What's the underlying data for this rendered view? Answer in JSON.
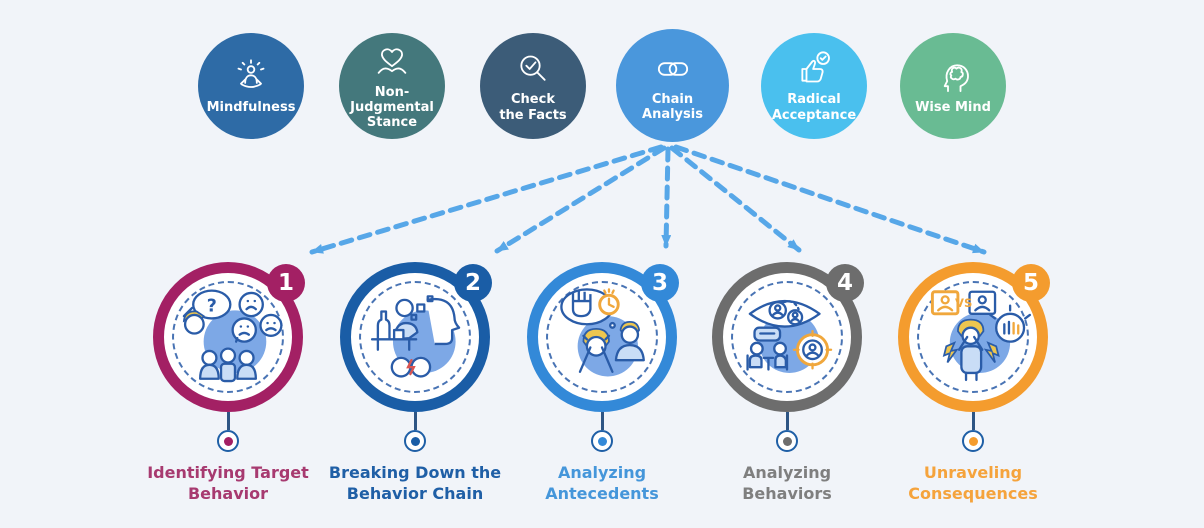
{
  "canvas": {
    "background": "#f1f4f9"
  },
  "top_skills": [
    {
      "label": "Mindfulness",
      "color": "#2e6ba6",
      "icon": "meditation-icon"
    },
    {
      "label": "Non-Judgmental Stance",
      "color": "#44787c",
      "icon": "hands-heart-icon"
    },
    {
      "label": "Check the Facts",
      "color": "#3c5c78",
      "icon": "magnifier-check-icon"
    },
    {
      "label": "Chain Analysis",
      "color": "#4a97dc",
      "icon": "chain-link-icon"
    },
    {
      "label": "Radical Acceptance",
      "color": "#4ac0ee",
      "icon": "thumbs-up-check-icon"
    },
    {
      "label": "Wise Mind",
      "color": "#69bb93",
      "icon": "head-brain-icon"
    }
  ],
  "arrows": {
    "color": "#57a7e8"
  },
  "steps": [
    {
      "number": "1",
      "label": "Identifying Target Behavior",
      "ring_color": "#a32064",
      "label_color": "#a73a70",
      "illustration": "distressed-person-thoughts-illustration",
      "illustration_text": "?"
    },
    {
      "number": "2",
      "label": "Breaking Down the Behavior Chain",
      "ring_color": "#1a5da6",
      "label_color": "#1f5fa6",
      "illustration": "drinking-behavior-mind-illustration",
      "illustration_text": ""
    },
    {
      "number": "3",
      "label": "Analyzing Antecedents",
      "ring_color": "#3389d8",
      "label_color": "#4596da",
      "illustration": "stressed-person-triggers-illustration",
      "illustration_text": ""
    },
    {
      "number": "4",
      "label": "Analyzing Behaviors",
      "ring_color": "#6d6d6d",
      "label_color": "#7f7f7f",
      "illustration": "observing-behavior-target-illustration",
      "illustration_text": ""
    },
    {
      "number": "5",
      "label": "Unraveling Consequences",
      "ring_color": "#f49c2e",
      "label_color": "#f5a33c",
      "illustration": "consequences-comparison-illustration",
      "illustration_text": "VS"
    }
  ],
  "connector": {
    "ring_color": "#1f5fa6",
    "line_color": "#2e5584"
  },
  "illustration_palette": {
    "outline": "#2a5ca8",
    "blob": "#6f9fe3",
    "light": "#c9ddf6",
    "accent": "#f0a73c",
    "hair": "#edc64f",
    "spark": "#d9534f"
  }
}
